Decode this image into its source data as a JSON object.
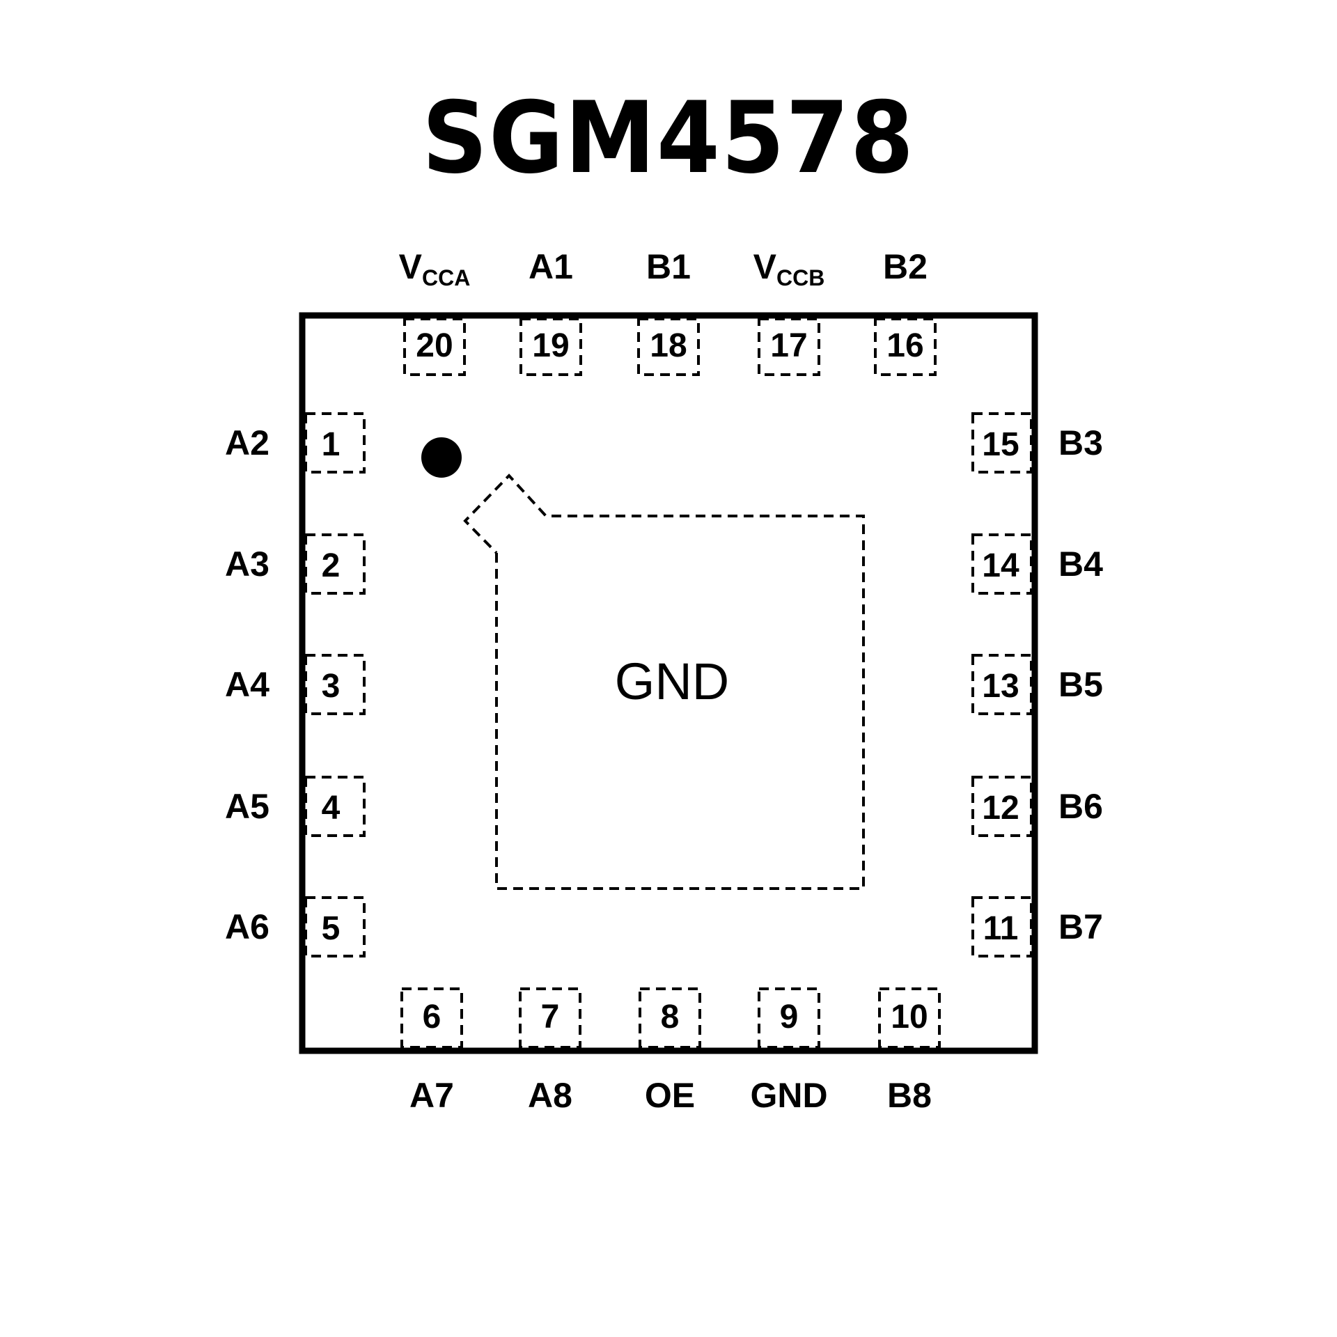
{
  "title": "SGM4578",
  "body": {
    "pin1_marker": "pin-1-indicator-dot",
    "exposed_pad_label": "GND"
  },
  "pins": {
    "top": [
      {
        "number": "20",
        "name": "V",
        "sub": "CCA"
      },
      {
        "number": "19",
        "name": "A1",
        "sub": ""
      },
      {
        "number": "18",
        "name": "B1",
        "sub": ""
      },
      {
        "number": "17",
        "name": "V",
        "sub": "CCB"
      },
      {
        "number": "16",
        "name": "B2",
        "sub": ""
      }
    ],
    "left": [
      {
        "number": "1",
        "name": "A2"
      },
      {
        "number": "2",
        "name": "A3"
      },
      {
        "number": "3",
        "name": "A4"
      },
      {
        "number": "4",
        "name": "A5"
      },
      {
        "number": "5",
        "name": "A6"
      }
    ],
    "bottom": [
      {
        "number": "6",
        "name": "A7"
      },
      {
        "number": "7",
        "name": "A8"
      },
      {
        "number": "8",
        "name": "OE"
      },
      {
        "number": "9",
        "name": "GND"
      },
      {
        "number": "10",
        "name": "B8"
      }
    ],
    "right": [
      {
        "number": "15",
        "name": "B3"
      },
      {
        "number": "14",
        "name": "B4"
      },
      {
        "number": "13",
        "name": "B5"
      },
      {
        "number": "12",
        "name": "B6"
      },
      {
        "number": "11",
        "name": "B7"
      }
    ]
  }
}
